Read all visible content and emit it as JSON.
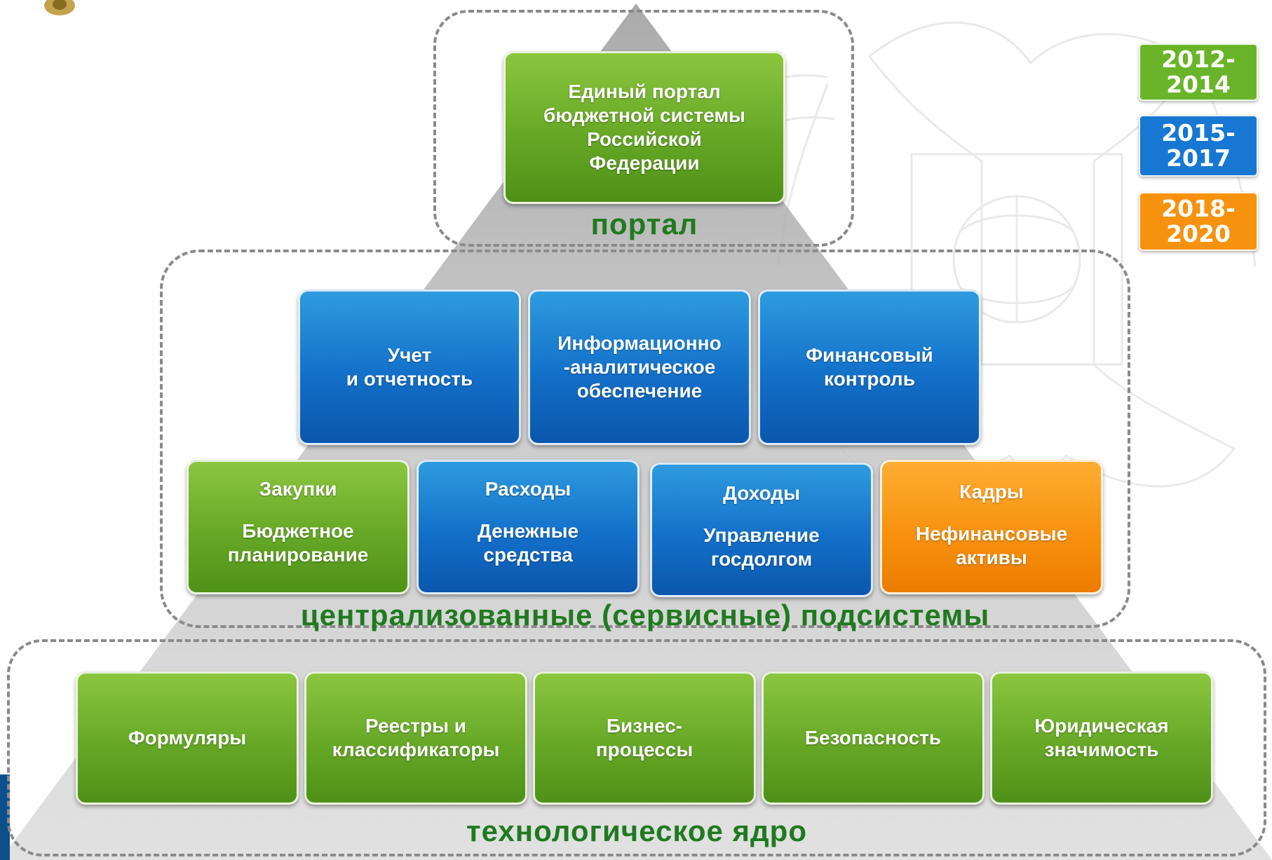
{
  "portal": {
    "label": "портал",
    "box": [
      "Единый портал",
      "бюджетной системы",
      "Российской",
      "Федерации"
    ]
  },
  "centralized": {
    "label": "централизованные (сервисные) подсистемы",
    "upper": [
      {
        "lines": [
          "Учет",
          "и отчетность"
        ],
        "period": "2015-2017"
      },
      {
        "lines": [
          "Информационно",
          "-аналитическое",
          "обеспечение"
        ],
        "period": "2015-2017"
      },
      {
        "lines": [
          "Финансовый",
          "контроль"
        ],
        "period": "2015-2017"
      }
    ],
    "lower": [
      {
        "top": "Закупки",
        "bottom": [
          "Бюджетное",
          "планирование"
        ],
        "period": "2012-2014"
      },
      {
        "top": "Расходы",
        "bottom": [
          "Денежные",
          "средства"
        ],
        "period": "2015-2017"
      },
      {
        "top": "Доходы",
        "bottom": [
          "Управление",
          "госдолгом"
        ],
        "period": "2015-2017"
      },
      {
        "top": "Кадры",
        "bottom": [
          "Нефинансовые",
          "активы"
        ],
        "period": "2018-2020"
      }
    ]
  },
  "core": {
    "label": "технологическое ядро",
    "boxes": [
      {
        "lines": [
          "Формуляры"
        ]
      },
      {
        "lines": [
          "Реестры и",
          "классификаторы"
        ]
      },
      {
        "lines": [
          "Бизнес-",
          "процессы"
        ]
      },
      {
        "lines": [
          "Безопасность"
        ]
      },
      {
        "lines": [
          "Юридическая",
          "значимость"
        ]
      }
    ]
  },
  "legend": [
    {
      "line1": "2012-",
      "line2": "2014",
      "color": "#6ab42a"
    },
    {
      "line1": "2015-",
      "line2": "2017",
      "color": "#1877d2"
    },
    {
      "line1": "2018-",
      "line2": "2020",
      "color": "#f7920f"
    }
  ],
  "colors": {
    "green": "#6ab42a",
    "blue": "#1877d2",
    "orange": "#f7920f",
    "label_green": "#1f7a1f",
    "pyramid_gray": "#c9c9c9"
  }
}
